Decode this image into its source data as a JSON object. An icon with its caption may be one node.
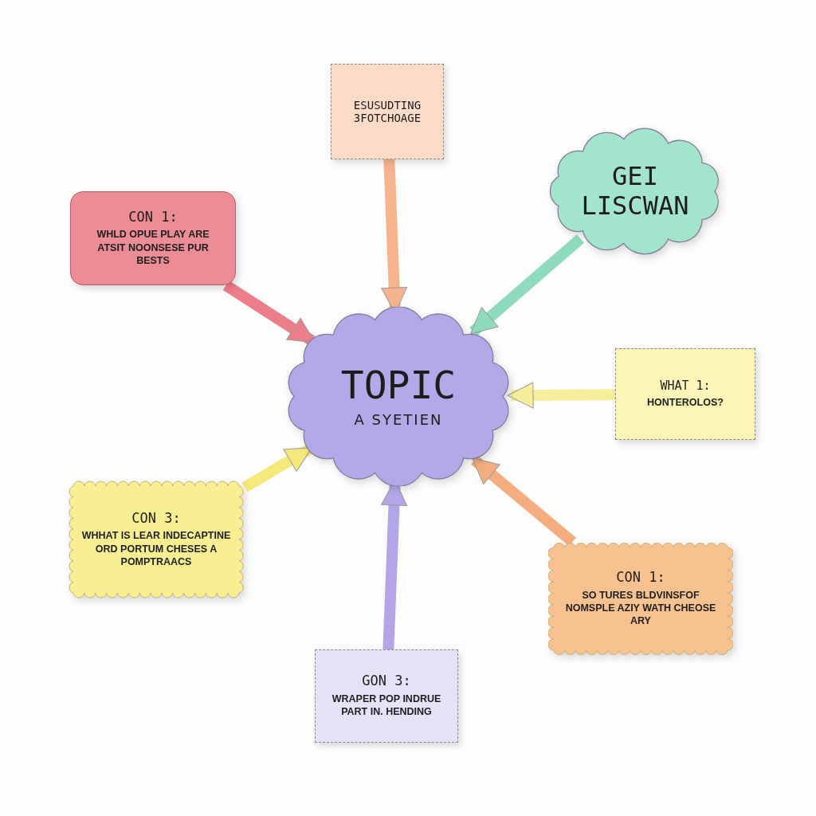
{
  "diagram": {
    "nodes": [
      {
        "text": [
          "TOPIC",
          "A SYETIEN"
        ]
      },
      {
        "text": [
          "ESUSUDTING 3FOTCHOAGE"
        ]
      },
      {
        "text": [
          "GEI LISCWAN"
        ]
      },
      {
        "text": [
          "CON 1:",
          "WHLD OPUE PLAY ARE ATSIT NOONSESE PUR BESTS"
        ]
      },
      {
        "text": [
          "WHAT 1:",
          "HONTEROLOS?"
        ]
      },
      {
        "text": [
          "CON 3:",
          "WHHAT IS LEAR INDECAPTINE ORD PORTUM CHESES A POMPTRAACS"
        ]
      },
      {
        "text": [
          "CON 1:",
          "SO TURES BLDVINSFOF NOMSPLE AZIY WATH CHEOSE ARY"
        ]
      },
      {
        "text": [
          "GON 3:",
          "WRAPER POP INDRUE PART IN. HENDING"
        ]
      }
    ],
    "edges": [
      {
        "from": 1,
        "to": 0,
        "arrow": "to",
        "color": "#f6b48e"
      },
      {
        "from": 2,
        "to": 0,
        "arrow": "to",
        "color": "#8fdcbc"
      },
      {
        "from": 3,
        "to": 0,
        "arrow": "to",
        "color": "#ec7e8a"
      },
      {
        "from": 4,
        "to": 0,
        "arrow": "to",
        "color": "#f6ee9a"
      },
      {
        "from": 5,
        "to": 0,
        "arrow": "to",
        "color": "#f4e97a"
      },
      {
        "from": 6,
        "to": 0,
        "arrow": "to",
        "color": "#f4ad7e"
      },
      {
        "from": 7,
        "to": 0,
        "arrow": "to",
        "color": "#b4a6e6"
      }
    ]
  }
}
